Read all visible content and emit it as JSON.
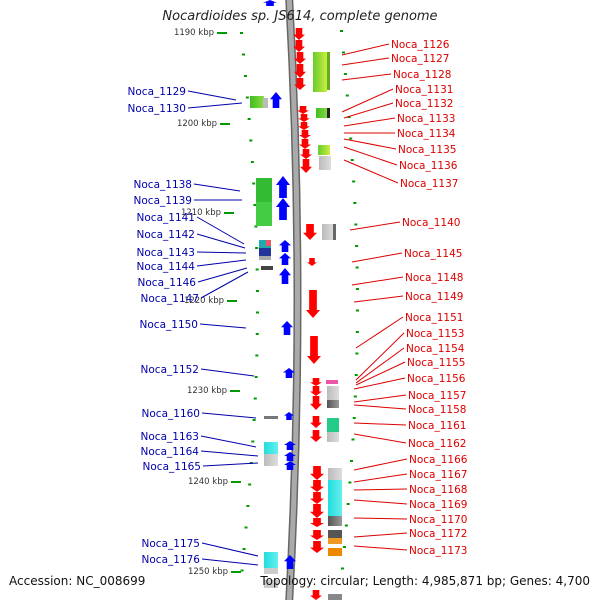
{
  "title": "Nocardioides sp. JS614, complete genome",
  "accession": "Accession: NC_008699",
  "topology": "Topology: circular; Length: 4,985,871 bp; Genes: 4,700",
  "colors": {
    "forward_strand": "#0000ff",
    "reverse_strand": "#ff0000",
    "backbone": "#888888",
    "tick": "#009900",
    "left_label": "#0000aa",
    "right_label": "#dd0000"
  },
  "kbp_labels": [
    "1190 kbp",
    "1200 kbp",
    "1210 kbp",
    "1220 kbp",
    "1230 kbp",
    "1240 kbp",
    "1250 kbp"
  ],
  "left_genes": [
    "Noca_1129",
    "Noca_1130",
    "Noca_1138",
    "Noca_1139",
    "Noca_1141",
    "Noca_1142",
    "Noca_1143",
    "Noca_1144",
    "Noca_1146",
    "Noca_1147",
    "Noca_1150",
    "Noca_1152",
    "Noca_1160",
    "Noca_1163",
    "Noca_1164",
    "Noca_1165",
    "Noca_1175",
    "Noca_1176"
  ],
  "right_genes": [
    "Noca_1126",
    "Noca_1127",
    "Noca_1128",
    "Noca_1131",
    "Noca_1132",
    "Noca_1133",
    "Noca_1134",
    "Noca_1135",
    "Noca_1136",
    "Noca_1137",
    "Noca_1140",
    "Noca_1145",
    "Noca_1148",
    "Noca_1149",
    "Noca_1151",
    "Noca_1153",
    "Noca_1154",
    "Noca_1155",
    "Noca_1156",
    "Noca_1157",
    "Noca_1158",
    "Noca_1161",
    "Noca_1162",
    "Noca_1166",
    "Noca_1167",
    "Noca_1168",
    "Noca_1169",
    "Noca_1170",
    "Noca_1172",
    "Noca_1173"
  ]
}
